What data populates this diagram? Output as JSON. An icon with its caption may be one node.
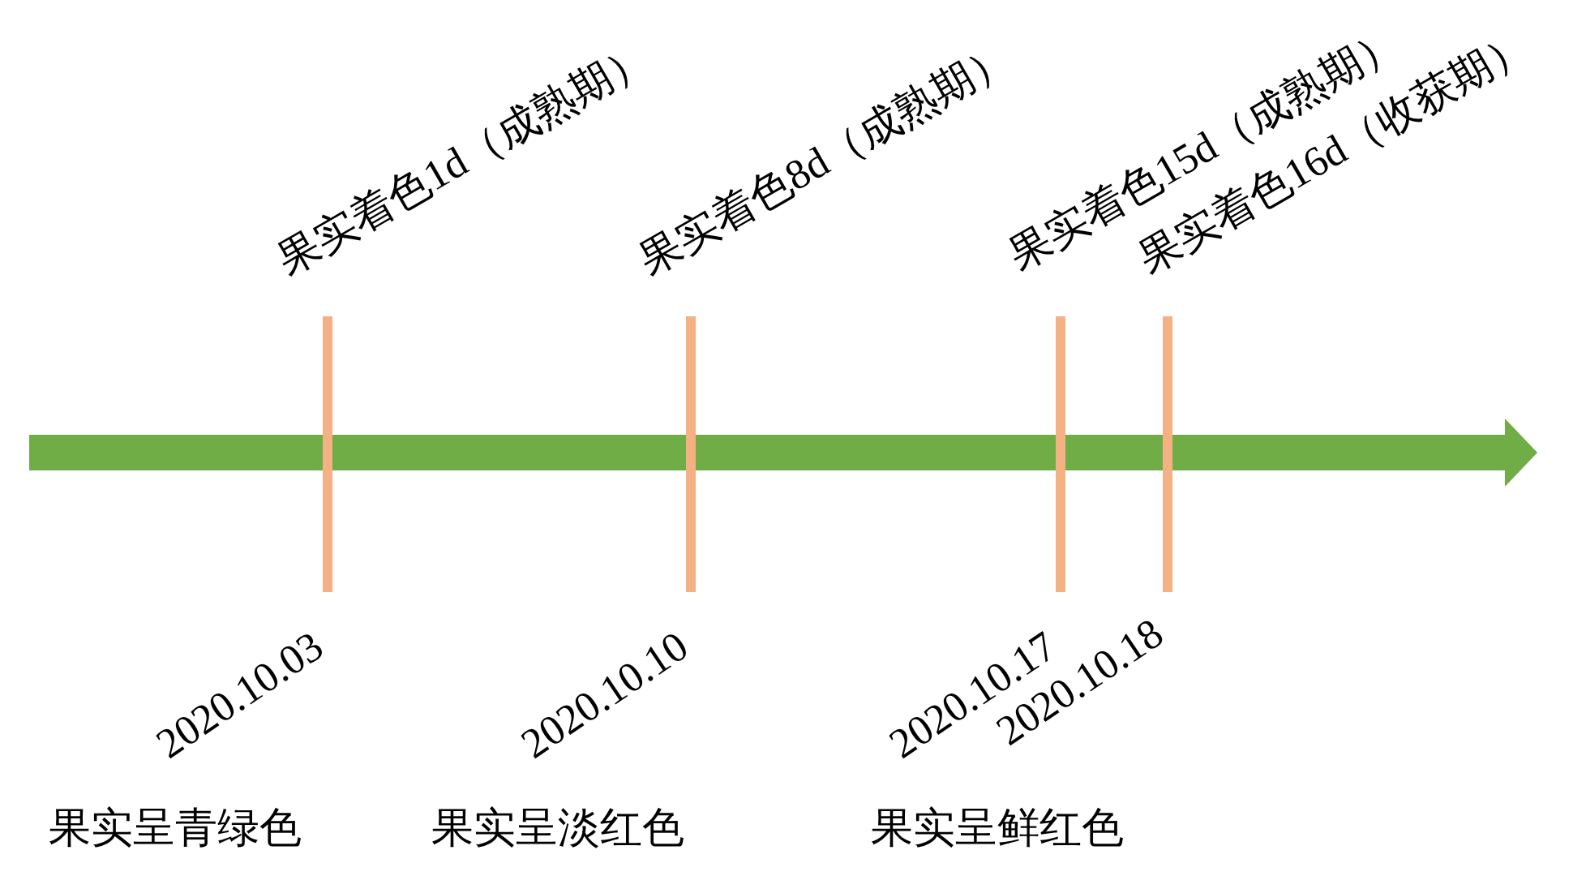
{
  "diagram": {
    "labels": [
      "果实着色1d（成熟期）",
      "果实着色8d（成熟期）",
      "果实着色15d（成熟期）",
      "果实着色16d（收获期）",
      "2020.10.03",
      "2020.10.10",
      "2020.10.17",
      "2020.10.18",
      "果实呈青绿色",
      "果实呈淡红色",
      "果实呈鲜红色"
    ]
  }
}
